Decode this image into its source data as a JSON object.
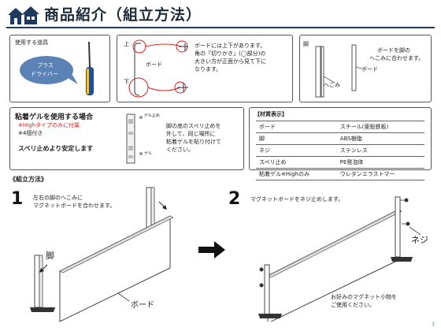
{
  "header": {
    "title": "商品紹介（組立方法）",
    "colors": {
      "accent": "#1e3a5f",
      "highlight": "#d42020",
      "bubble": "#5b82b5"
    }
  },
  "tools_box": {
    "label": "使用する道具",
    "bubble_text": [
      "プラス",
      "ドライバー"
    ]
  },
  "board_box": {
    "top_label": "上",
    "bottom_label": "下",
    "board_label": "ボード",
    "note": [
      "ボードには上下があります。",
      "角の「切りかき」(◯部分)の",
      "大きい方が正面から見て下に",
      "なります。"
    ]
  },
  "leg_box": {
    "leg_label": "脚",
    "notch_label": "へこみ",
    "board_label": "ボード",
    "note": [
      "ボードを脚の",
      "へこみに合わせます。"
    ]
  },
  "gel_box": {
    "title": "粘着ゲルを使用する場合",
    "red_note": "※Highタイプのみに付属",
    "count_note": "※4個付き",
    "tag_top": "ゲル止め",
    "tag_bottom": "ゲル",
    "summary": "スベリ止めより安定します",
    "desc": [
      "脚の底のスベリ止めを",
      "外して、同じ場所に",
      "粘着ゲルを貼り付けて",
      "ください。"
    ]
  },
  "materials": {
    "title": "【材質表示】",
    "rows": [
      [
        "ボード",
        "スチール(亜鉛鉄板)"
      ],
      [
        "脚",
        "ABS樹脂"
      ],
      [
        "ネジ",
        "ステンレス"
      ],
      [
        "スベリ止め",
        "PE発泡体"
      ],
      [
        "粘着ゲル※Highのみ",
        "ウレタンエラストマー"
      ]
    ]
  },
  "assembly": {
    "section_title": "《組立方法》",
    "step1": {
      "number": "1",
      "text": [
        "左右の脚のへこみに",
        "マグネットボードを合わせます。"
      ],
      "leg_label": "脚",
      "board_label": "ボード"
    },
    "step2": {
      "number": "2",
      "text": "マグネットボードをネジ止めします。",
      "screw_label": "ネジ",
      "closing": [
        "お好みのマグネット小物を",
        "ご使用ください。"
      ]
    }
  },
  "page_number": "7"
}
